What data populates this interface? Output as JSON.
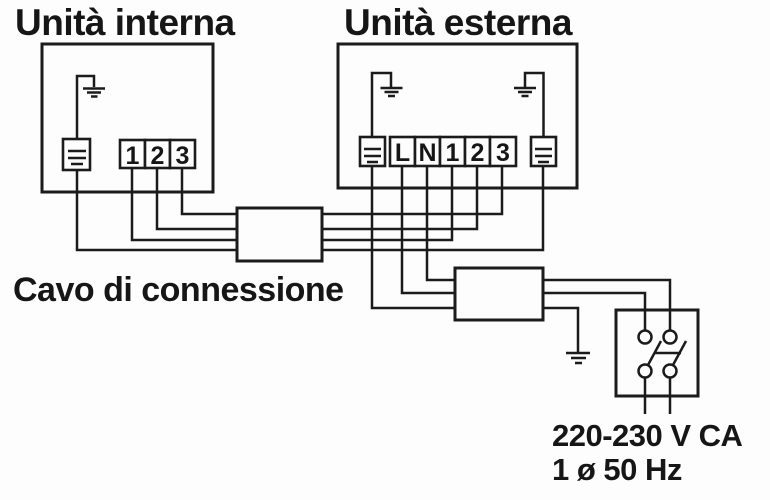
{
  "diagram": {
    "indoor_unit": {
      "title": "Unità interna",
      "terminals": [
        "1",
        "2",
        "3"
      ]
    },
    "outdoor_unit": {
      "title": "Unità esterna",
      "terminals": [
        "L",
        "N",
        "1",
        "2",
        "3"
      ]
    },
    "labels": {
      "connection_cable": "Cavo di connessione",
      "power_rating_line1": "220-230 V CA",
      "power_rating_line2": "1 ø 50 Hz"
    },
    "colors": {
      "ink": "#1b1b1b",
      "paper": "#fdfdfd"
    }
  }
}
